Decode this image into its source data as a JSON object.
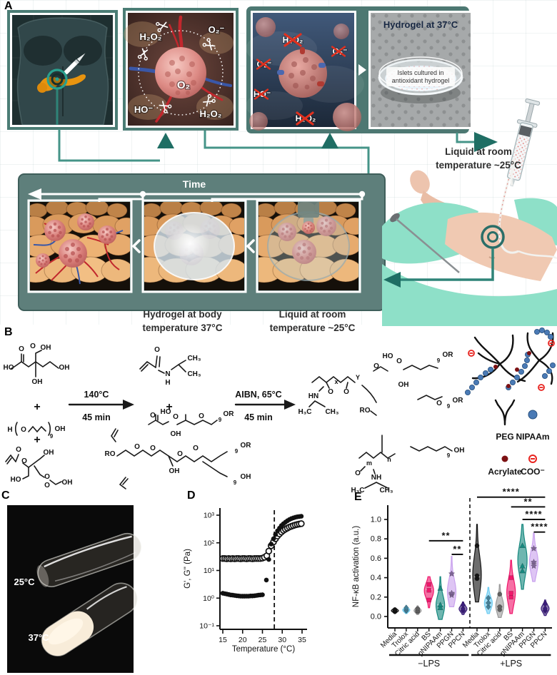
{
  "panel_labels": {
    "a": "A",
    "b": "B",
    "c": "C",
    "d": "D",
    "e": "E"
  },
  "panelA": {
    "ros_scene": {
      "tl": "H₂O₂",
      "tr": "O₂⁻",
      "center": "O₂",
      "bl": "HO⁻",
      "br": "H₂O₂"
    },
    "scavenge_scene": {
      "top": "H₂O₂",
      "right": "O₂⁻",
      "left": "O₂⁻",
      "left2": "HO⁻",
      "bottom": "H₂O₂"
    },
    "dish_title": "Hydrogel at 37°C",
    "dish_label1": "Islets cultured in",
    "dish_label2": "antioxidant hydrogel",
    "syringe_line1": "Liquid at room",
    "syringe_line2": "temperature ~25°C",
    "time_label": "Time",
    "cap_mid1": "Hydrogel at body",
    "cap_mid2": "temperature 37°C",
    "cap_right1": "Liquid at room",
    "cap_right2": "temperature ~25°C"
  },
  "panelB": {
    "arrow1_t": "140°C",
    "arrow1_b": "45 min",
    "arrow2_t": "AIBN, 65°C",
    "arrow2_b": "45 min",
    "plus1": "+",
    "plus2": "+",
    "plus3": "+",
    "citric": [
      "O",
      "O",
      "OH",
      "HO",
      "OH",
      "OH"
    ],
    "peg": [
      "H",
      "O",
      "OH",
      "9"
    ],
    "diacry": [
      "O",
      "O",
      "OH",
      "HO",
      "O",
      "O",
      "OH"
    ],
    "nipaam": [
      "O",
      "N",
      "H",
      "CH₃",
      "CH₃"
    ],
    "prepoly": [
      "O",
      "HO",
      "O",
      "OH",
      "O",
      "OR",
      "9",
      "RO",
      "O",
      "O",
      "O",
      "O",
      "OH",
      "OR",
      "9",
      "OH",
      "9"
    ],
    "final": [
      "x",
      "Y",
      "HN",
      "O",
      "O",
      "H₃C",
      "CH₃",
      "HO",
      "O",
      "O",
      "OH",
      "OR",
      "9",
      "RO",
      "OR",
      "9",
      "O",
      "OH",
      "9",
      "m",
      "n",
      "O",
      "NH",
      "H₃C",
      "CH₃"
    ],
    "legend": {
      "peg": "PEG",
      "nipaam": "NIPAAm",
      "acrylate": "Acrylate",
      "coo": "COO⁻"
    }
  },
  "panelC": {
    "top": "25°C",
    "bottom": "37°C"
  },
  "chart_data": [
    {
      "id": "rheology",
      "type": "scatter",
      "xlabel": "Temperature (°C)",
      "ylabel": "G', G'' (Pa)",
      "xlim": [
        15,
        35
      ],
      "ylog": true,
      "ylim": [
        0.1,
        1000
      ],
      "xticks": [
        15,
        20,
        25,
        30,
        35
      ],
      "yticks": [
        {
          "label": "10³",
          "v": 1000
        },
        {
          "label": "10²",
          "v": 100
        },
        {
          "label": "10¹",
          "v": 10
        },
        {
          "label": "10⁰",
          "v": 1
        },
        {
          "label": "10⁻¹",
          "v": 0.1
        }
      ],
      "dashed_x": 28,
      "series": [
        {
          "name": "filled-circles",
          "marker": "filled",
          "points": [
            [
              15,
              1.5
            ],
            [
              15.5,
              1.45
            ],
            [
              16,
              1.4
            ],
            [
              16.5,
              1.35
            ],
            [
              17,
              1.3
            ],
            [
              17.5,
              1.28
            ],
            [
              18,
              1.25
            ],
            [
              18.5,
              1.22
            ],
            [
              19,
              1.2
            ],
            [
              19.5,
              1.18
            ],
            [
              20,
              1.17
            ],
            [
              20.5,
              1.17
            ],
            [
              21,
              1.18
            ],
            [
              21.5,
              1.18
            ],
            [
              22,
              1.2
            ],
            [
              22.5,
              1.2
            ],
            [
              23,
              1.22
            ],
            [
              23.5,
              1.25
            ],
            [
              24,
              1.28
            ],
            [
              24.5,
              1.3
            ],
            [
              25,
              1.32
            ],
            [
              26,
              4.5
            ],
            [
              26.6,
              25
            ],
            [
              27.2,
              90
            ],
            [
              27.8,
              140
            ],
            [
              28.3,
              200
            ],
            [
              28.8,
              270
            ],
            [
              29.3,
              340
            ],
            [
              29.8,
              420
            ],
            [
              30.3,
              490
            ],
            [
              30.8,
              560
            ],
            [
              31.3,
              630
            ],
            [
              31.8,
              690
            ],
            [
              32.3,
              750
            ],
            [
              32.8,
              800
            ],
            [
              33.3,
              840
            ],
            [
              33.8,
              870
            ],
            [
              34.3,
              895
            ],
            [
              34.8,
              915
            ]
          ]
        },
        {
          "name": "open-circles",
          "marker": "open",
          "points": [
            [
              15,
              27
            ],
            [
              15.5,
              27
            ],
            [
              16,
              26.5
            ],
            [
              16.5,
              27
            ],
            [
              17,
              26.5
            ],
            [
              17.5,
              27
            ],
            [
              18,
              26.5
            ],
            [
              18.5,
              27
            ],
            [
              19,
              27
            ],
            [
              19.5,
              26.5
            ],
            [
              20,
              27
            ],
            [
              20.5,
              27
            ],
            [
              21,
              26.5
            ],
            [
              21.5,
              27
            ],
            [
              22,
              27
            ],
            [
              22.5,
              26.5
            ],
            [
              23,
              27
            ],
            [
              23.5,
              27
            ],
            [
              24,
              27
            ],
            [
              24.5,
              27
            ],
            [
              25,
              28
            ],
            [
              25.5,
              30
            ],
            [
              26.1,
              34
            ],
            [
              26.6,
              50
            ],
            [
              27.2,
              78
            ],
            [
              27.8,
              108
            ],
            [
              28.3,
              140
            ],
            [
              28.8,
              175
            ],
            [
              29.3,
              210
            ],
            [
              29.8,
              245
            ],
            [
              30.3,
              280
            ],
            [
              30.8,
              312
            ],
            [
              31.3,
              342
            ],
            [
              31.8,
              370
            ],
            [
              32.3,
              396
            ],
            [
              32.8,
              420
            ],
            [
              33.3,
              442
            ],
            [
              33.8,
              462
            ],
            [
              34.3,
              478
            ],
            [
              34.8,
              492
            ]
          ]
        }
      ]
    },
    {
      "id": "nfkb",
      "type": "violin",
      "ylabel": "NF-κB activation (a.u.)",
      "ylim": [
        0,
        1
      ],
      "yticks": [
        "0.0",
        "0.2",
        "0.4",
        "0.6",
        "0.8",
        "1.0"
      ],
      "categories": [
        "Media",
        "Trolox",
        "Citric acid",
        "BS",
        "pNIPAAm",
        "PPGN",
        "PPCN"
      ],
      "colors": [
        "#141414",
        "#6fcdf2",
        "#9b9b9b",
        "#f0176c",
        "#17897f",
        "#c9a2ee",
        "#3a1d7a"
      ],
      "marker_shapes": [
        "circle",
        "diamond",
        "circle",
        "square",
        "triangle",
        "star",
        "diamond"
      ],
      "groups": [
        {
          "label": "−LPS",
          "violins": [
            {
              "lo": 0.03,
              "hi": 0.09,
              "med": 0.06,
              "peak": 0.5,
              "w": 5,
              "markers": [
                0.05,
                0.06,
                0.07
              ]
            },
            {
              "lo": 0.03,
              "hi": 0.11,
              "med": 0.07,
              "peak": 0.45,
              "w": 5,
              "markers": [
                0.06,
                0.07,
                0.09
              ]
            },
            {
              "lo": 0.02,
              "hi": 0.11,
              "med": 0.06,
              "peak": 0.45,
              "w": 5,
              "markers": [
                0.05,
                0.06,
                0.08
              ]
            },
            {
              "lo": 0.09,
              "hi": 0.41,
              "med": 0.28,
              "peak": 0.55,
              "w": 6.5,
              "markers": [
                0.17,
                0.27,
                0.33
              ]
            },
            {
              "lo": -0.03,
              "hi": 0.41,
              "med": 0.12,
              "peak": 0.33,
              "w": 6,
              "markers": [
                0.09,
                0.12,
                0.29
              ]
            },
            {
              "lo": 0.1,
              "hi": 0.62,
              "med": 0.24,
              "peak": 0.3,
              "w": 6,
              "markers": [
                0.22,
                0.24,
                0.44
              ]
            },
            {
              "lo": 0.02,
              "hi": 0.15,
              "med": 0.08,
              "peak": 0.45,
              "w": 5.5,
              "markers": [
                0.06,
                0.08,
                0.12
              ]
            }
          ]
        },
        {
          "label": "+LPS",
          "violins": [
            {
              "lo": 0.15,
              "hi": 0.95,
              "med": 0.41,
              "peak": 0.35,
              "w": 6,
              "markers": [
                0.39,
                0.42,
                0.73
              ]
            },
            {
              "lo": 0.03,
              "hi": 0.3,
              "med": 0.14,
              "peak": 0.4,
              "w": 5.5,
              "markers": [
                0.1,
                0.14,
                0.19
              ]
            },
            {
              "lo": -0.01,
              "hi": 0.33,
              "med": 0.1,
              "peak": 0.35,
              "w": 5.5,
              "markers": [
                0.07,
                0.1,
                0.23
              ]
            },
            {
              "lo": 0.03,
              "hi": 0.58,
              "med": 0.22,
              "peak": 0.4,
              "w": 6,
              "markers": [
                0.2,
                0.24,
                0.4
              ]
            },
            {
              "lo": 0.28,
              "hi": 0.95,
              "med": 0.51,
              "peak": 0.45,
              "w": 6.5,
              "markers": [
                0.47,
                0.52,
                0.73
              ]
            },
            {
              "lo": 0.36,
              "hi": 0.86,
              "med": 0.55,
              "peak": 0.4,
              "w": 6,
              "markers": [
                0.52,
                0.56,
                0.7
              ]
            },
            {
              "lo": 0.01,
              "hi": 0.17,
              "med": 0.08,
              "peak": 0.45,
              "w": 5.5,
              "markers": [
                0.06,
                0.08,
                0.13
              ]
            }
          ]
        }
      ],
      "sig": [
        {
          "g": 0,
          "a": 3,
          "b": 6,
          "y": 0.78,
          "stars": "**"
        },
        {
          "g": 0,
          "a": 5,
          "b": 6,
          "y": 0.64,
          "stars": "**"
        },
        {
          "g": 1,
          "a": 0,
          "b": 6,
          "y": 1.23,
          "stars": "****"
        },
        {
          "g": 1,
          "a": 3,
          "b": 6,
          "y": 1.13,
          "stars": "**"
        },
        {
          "g": 1,
          "a": 4,
          "b": 6,
          "y": 1.0,
          "stars": "****"
        },
        {
          "g": 1,
          "a": 5,
          "b": 6,
          "y": 0.87,
          "stars": "****"
        }
      ]
    }
  ]
}
